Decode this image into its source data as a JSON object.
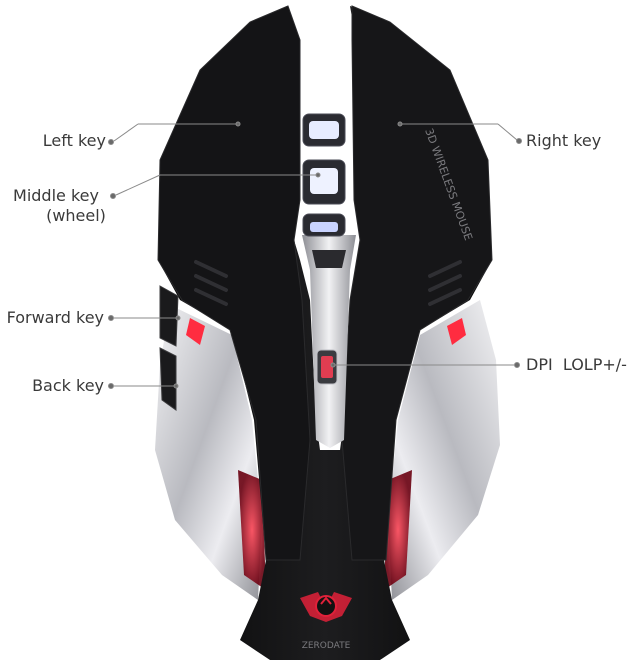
{
  "labels": {
    "left_key": "Left key",
    "middle_key_line1": "Middle key",
    "middle_key_line2": "(wheel)",
    "forward_key": "Forward key",
    "back_key": "Back key",
    "right_key": "Right key",
    "dpi_key": "DPI  LOLP+/-"
  },
  "mouse": {
    "side_text": "3D WIRELESS MOUSE",
    "logo_text": "ZERODATE",
    "colors": {
      "body": "#111111",
      "chrome": "#d8d8da",
      "accent_red": "#e0213a",
      "button_glow": "#dfe6ff",
      "line": "#8a8a8a",
      "text": "#3a3a3a"
    }
  }
}
